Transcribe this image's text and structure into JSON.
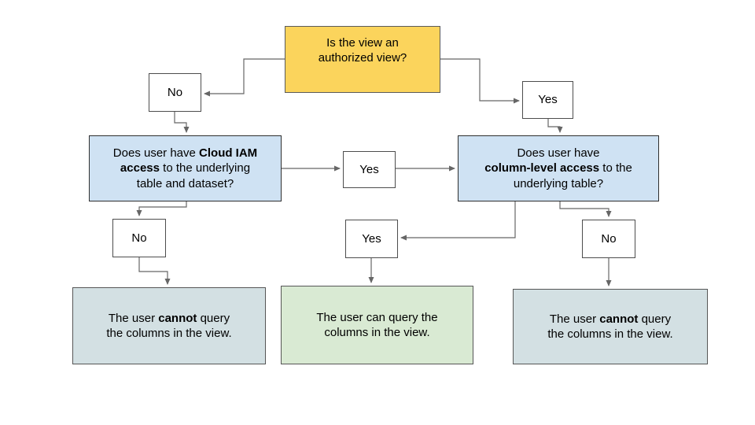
{
  "colors": {
    "root_fill": "#FBD45C",
    "question_fill": "#CFE2F3",
    "deny_fill": "#D3E0E3",
    "allow_fill": "#D9EAD3",
    "connector": "#666666"
  },
  "nodes": {
    "root": {
      "text": "Is the view an\nauthorized view?"
    },
    "no_authorized": {
      "label": "No"
    },
    "yes_authorized": {
      "label": "Yes"
    },
    "iam_question": {
      "pre": "Does user have ",
      "bold": "Cloud IAM\naccess",
      "post": " to the underlying\ntable and dataset?"
    },
    "yes_iam": {
      "label": "Yes"
    },
    "cls_question": {
      "pre": "Does user have\n",
      "bold": "column-level access",
      "post": " to the\nunderlying table?"
    },
    "no_iam": {
      "label": "No"
    },
    "yes_cls": {
      "label": "Yes"
    },
    "no_cls": {
      "label": "No"
    },
    "deny_left": {
      "pre": "The user ",
      "bold": "cannot",
      "post": " query\nthe columns in the view."
    },
    "allow": {
      "text": "The user can query the\ncolumns in the view."
    },
    "deny_right": {
      "pre": "The user ",
      "bold": "cannot",
      "post": " query\nthe columns in the view."
    }
  }
}
